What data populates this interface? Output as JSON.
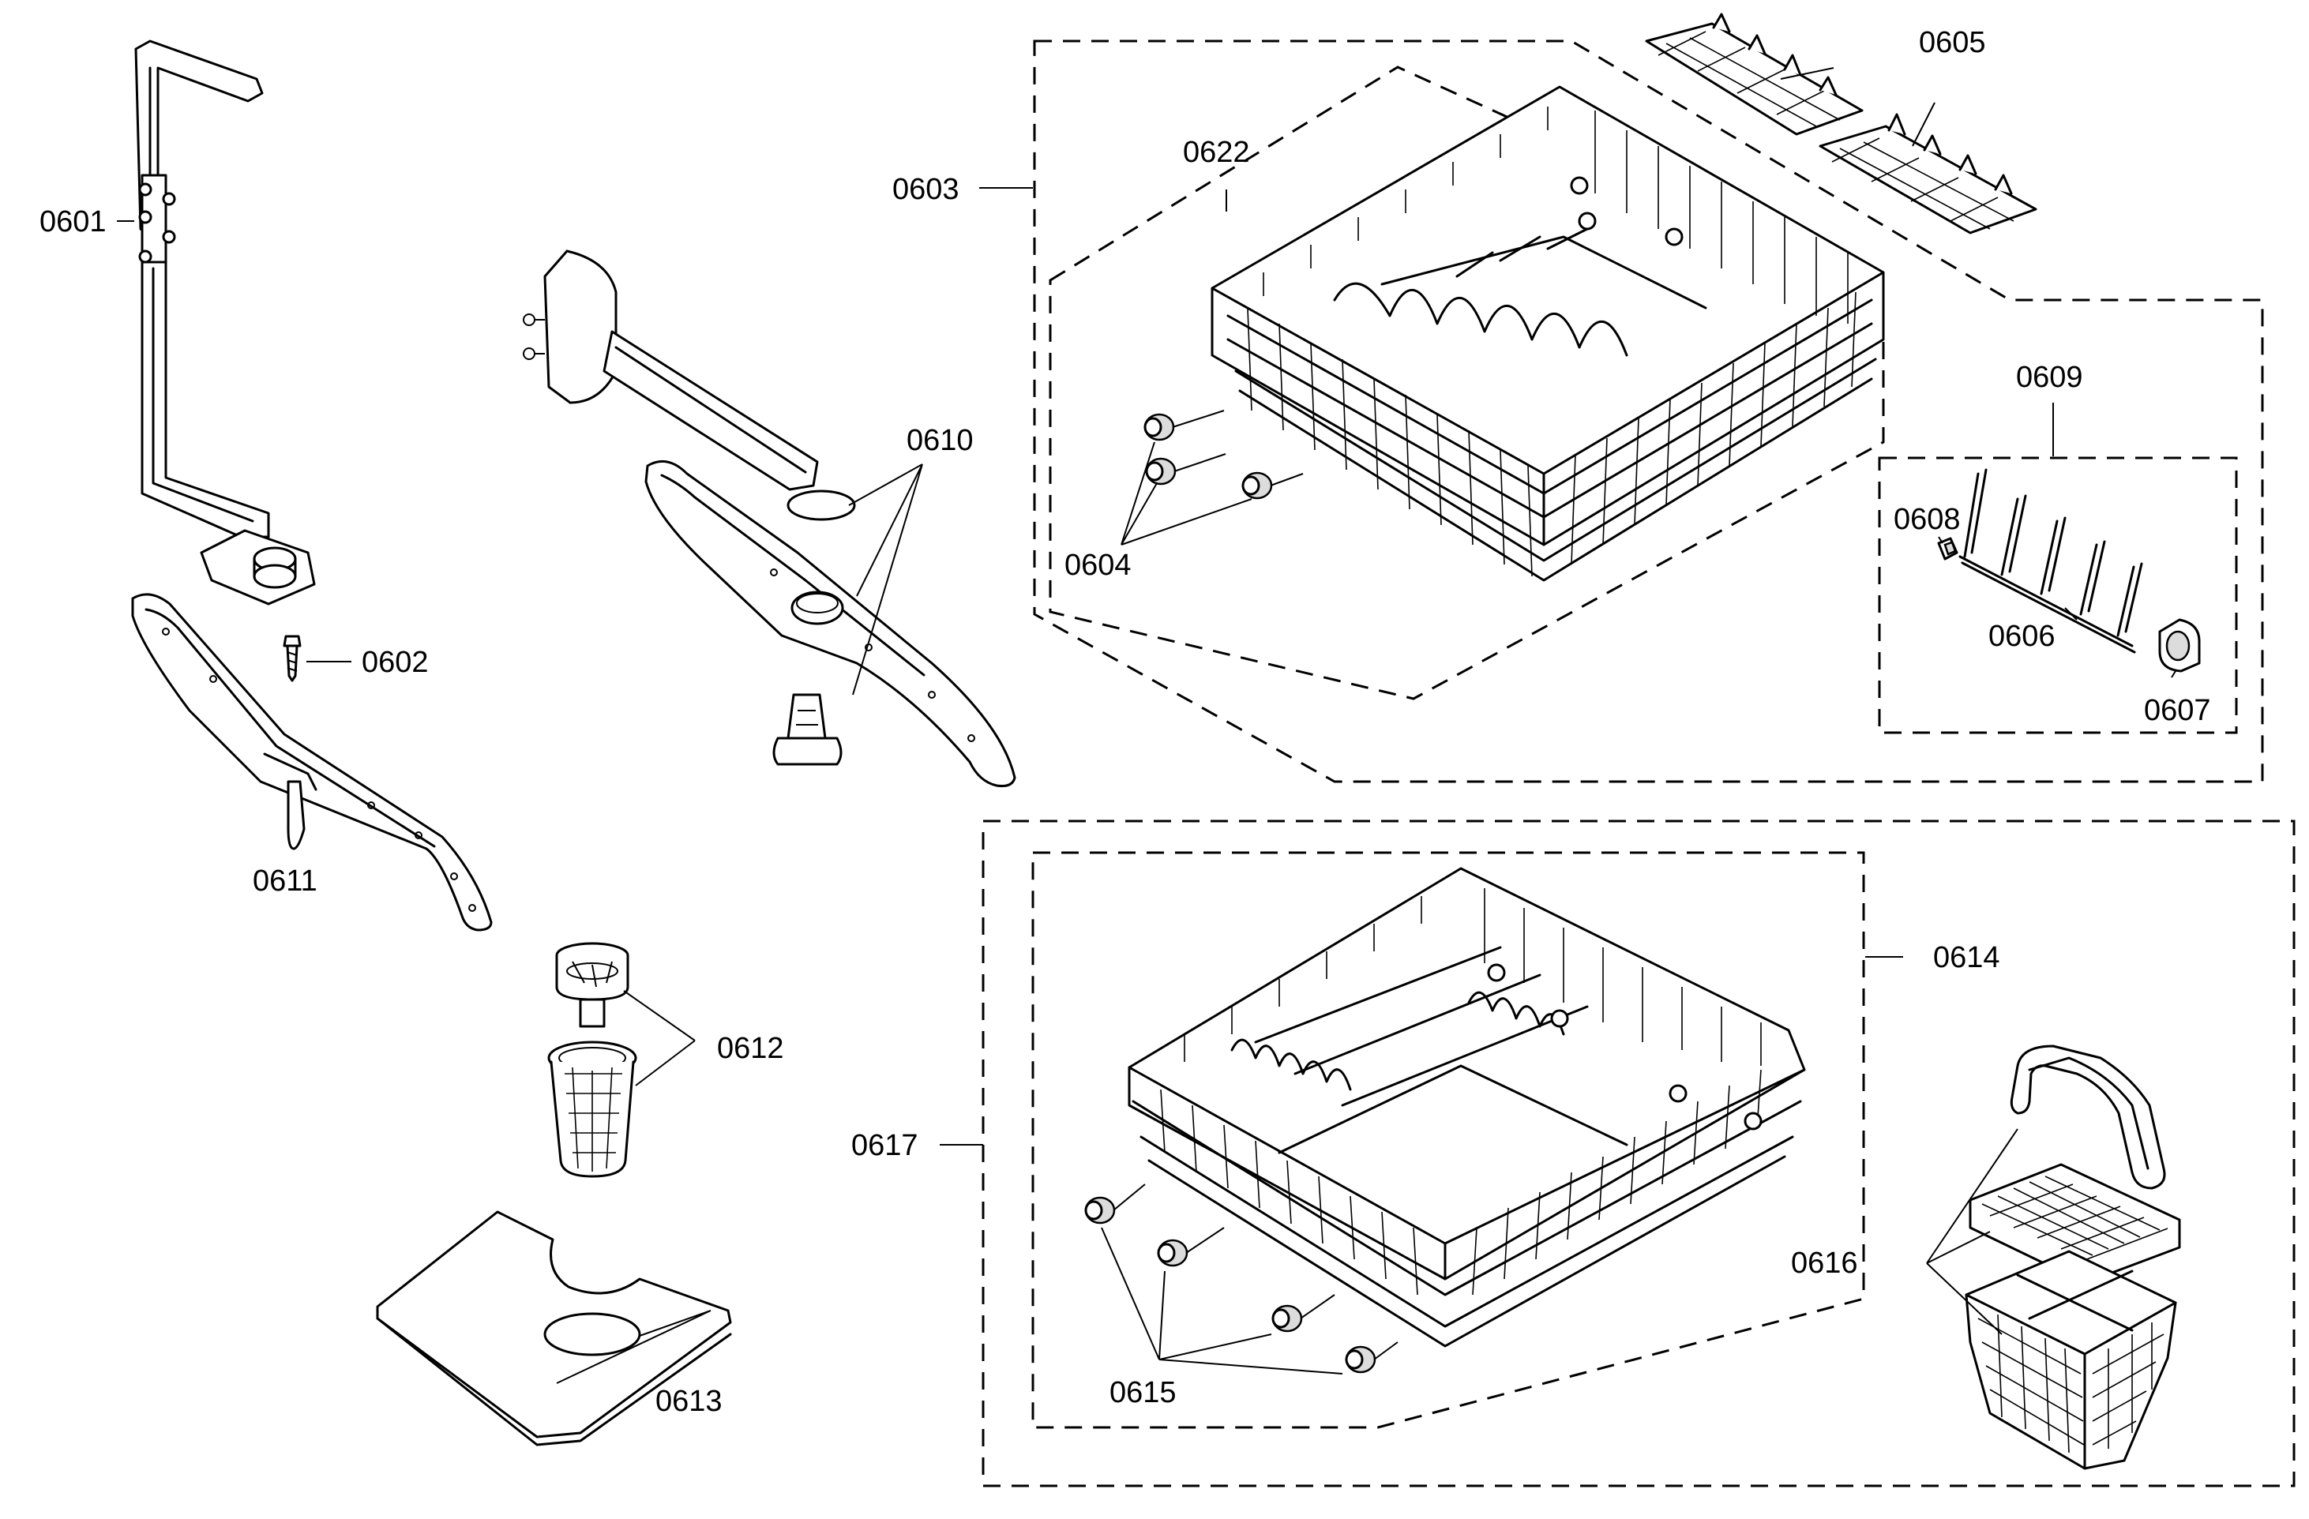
{
  "labels": {
    "p0601": "0601",
    "p0602": "0602",
    "p0603": "0603",
    "p0604": "0604",
    "p0605": "0605",
    "p0606": "0606",
    "p0607": "0607",
    "p0608": "0608",
    "p0609": "0609",
    "p0610": "0610",
    "p0611": "0611",
    "p0612": "0612",
    "p0613": "0613",
    "p0614": "0614",
    "p0615": "0615",
    "p0616": "0616",
    "p0617": "0617",
    "p0622": "0622"
  },
  "colors": {
    "line": "#000000",
    "background": "#ffffff",
    "shading": "#dcdcdc"
  }
}
